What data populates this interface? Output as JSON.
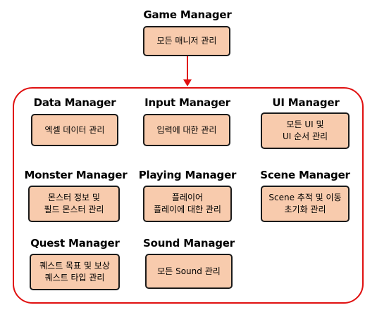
{
  "colors": {
    "box_fill": "#f8cbad",
    "box_border": "#1a1a1a",
    "container_border": "#e01010",
    "arrow": "#e01010"
  },
  "game_manager": {
    "title": "Game Manager",
    "desc": "모든 매니저 관리"
  },
  "managers": [
    {
      "title": "Data Manager",
      "desc": "엑셀 데이터 관리"
    },
    {
      "title": "Input Manager",
      "desc": "입력에 대한 관리"
    },
    {
      "title": "UI Manager",
      "desc": "모든 UI 및\nUI 순서 관리"
    },
    {
      "title": "Monster Manager",
      "desc": "몬스터 정보 및\n필드 몬스터 관리"
    },
    {
      "title": "Playing Manager",
      "desc": "플레이어\n플레이에 대한 관리"
    },
    {
      "title": "Scene Manager",
      "desc": "Scene 추적 및 이동\n초기화 관리"
    },
    {
      "title": "Quest Manager",
      "desc": "퀘스트 목표 및 보상\n퀘스트 타입 관리"
    },
    {
      "title": "Sound Manager",
      "desc": "모든 Sound 관리"
    }
  ]
}
